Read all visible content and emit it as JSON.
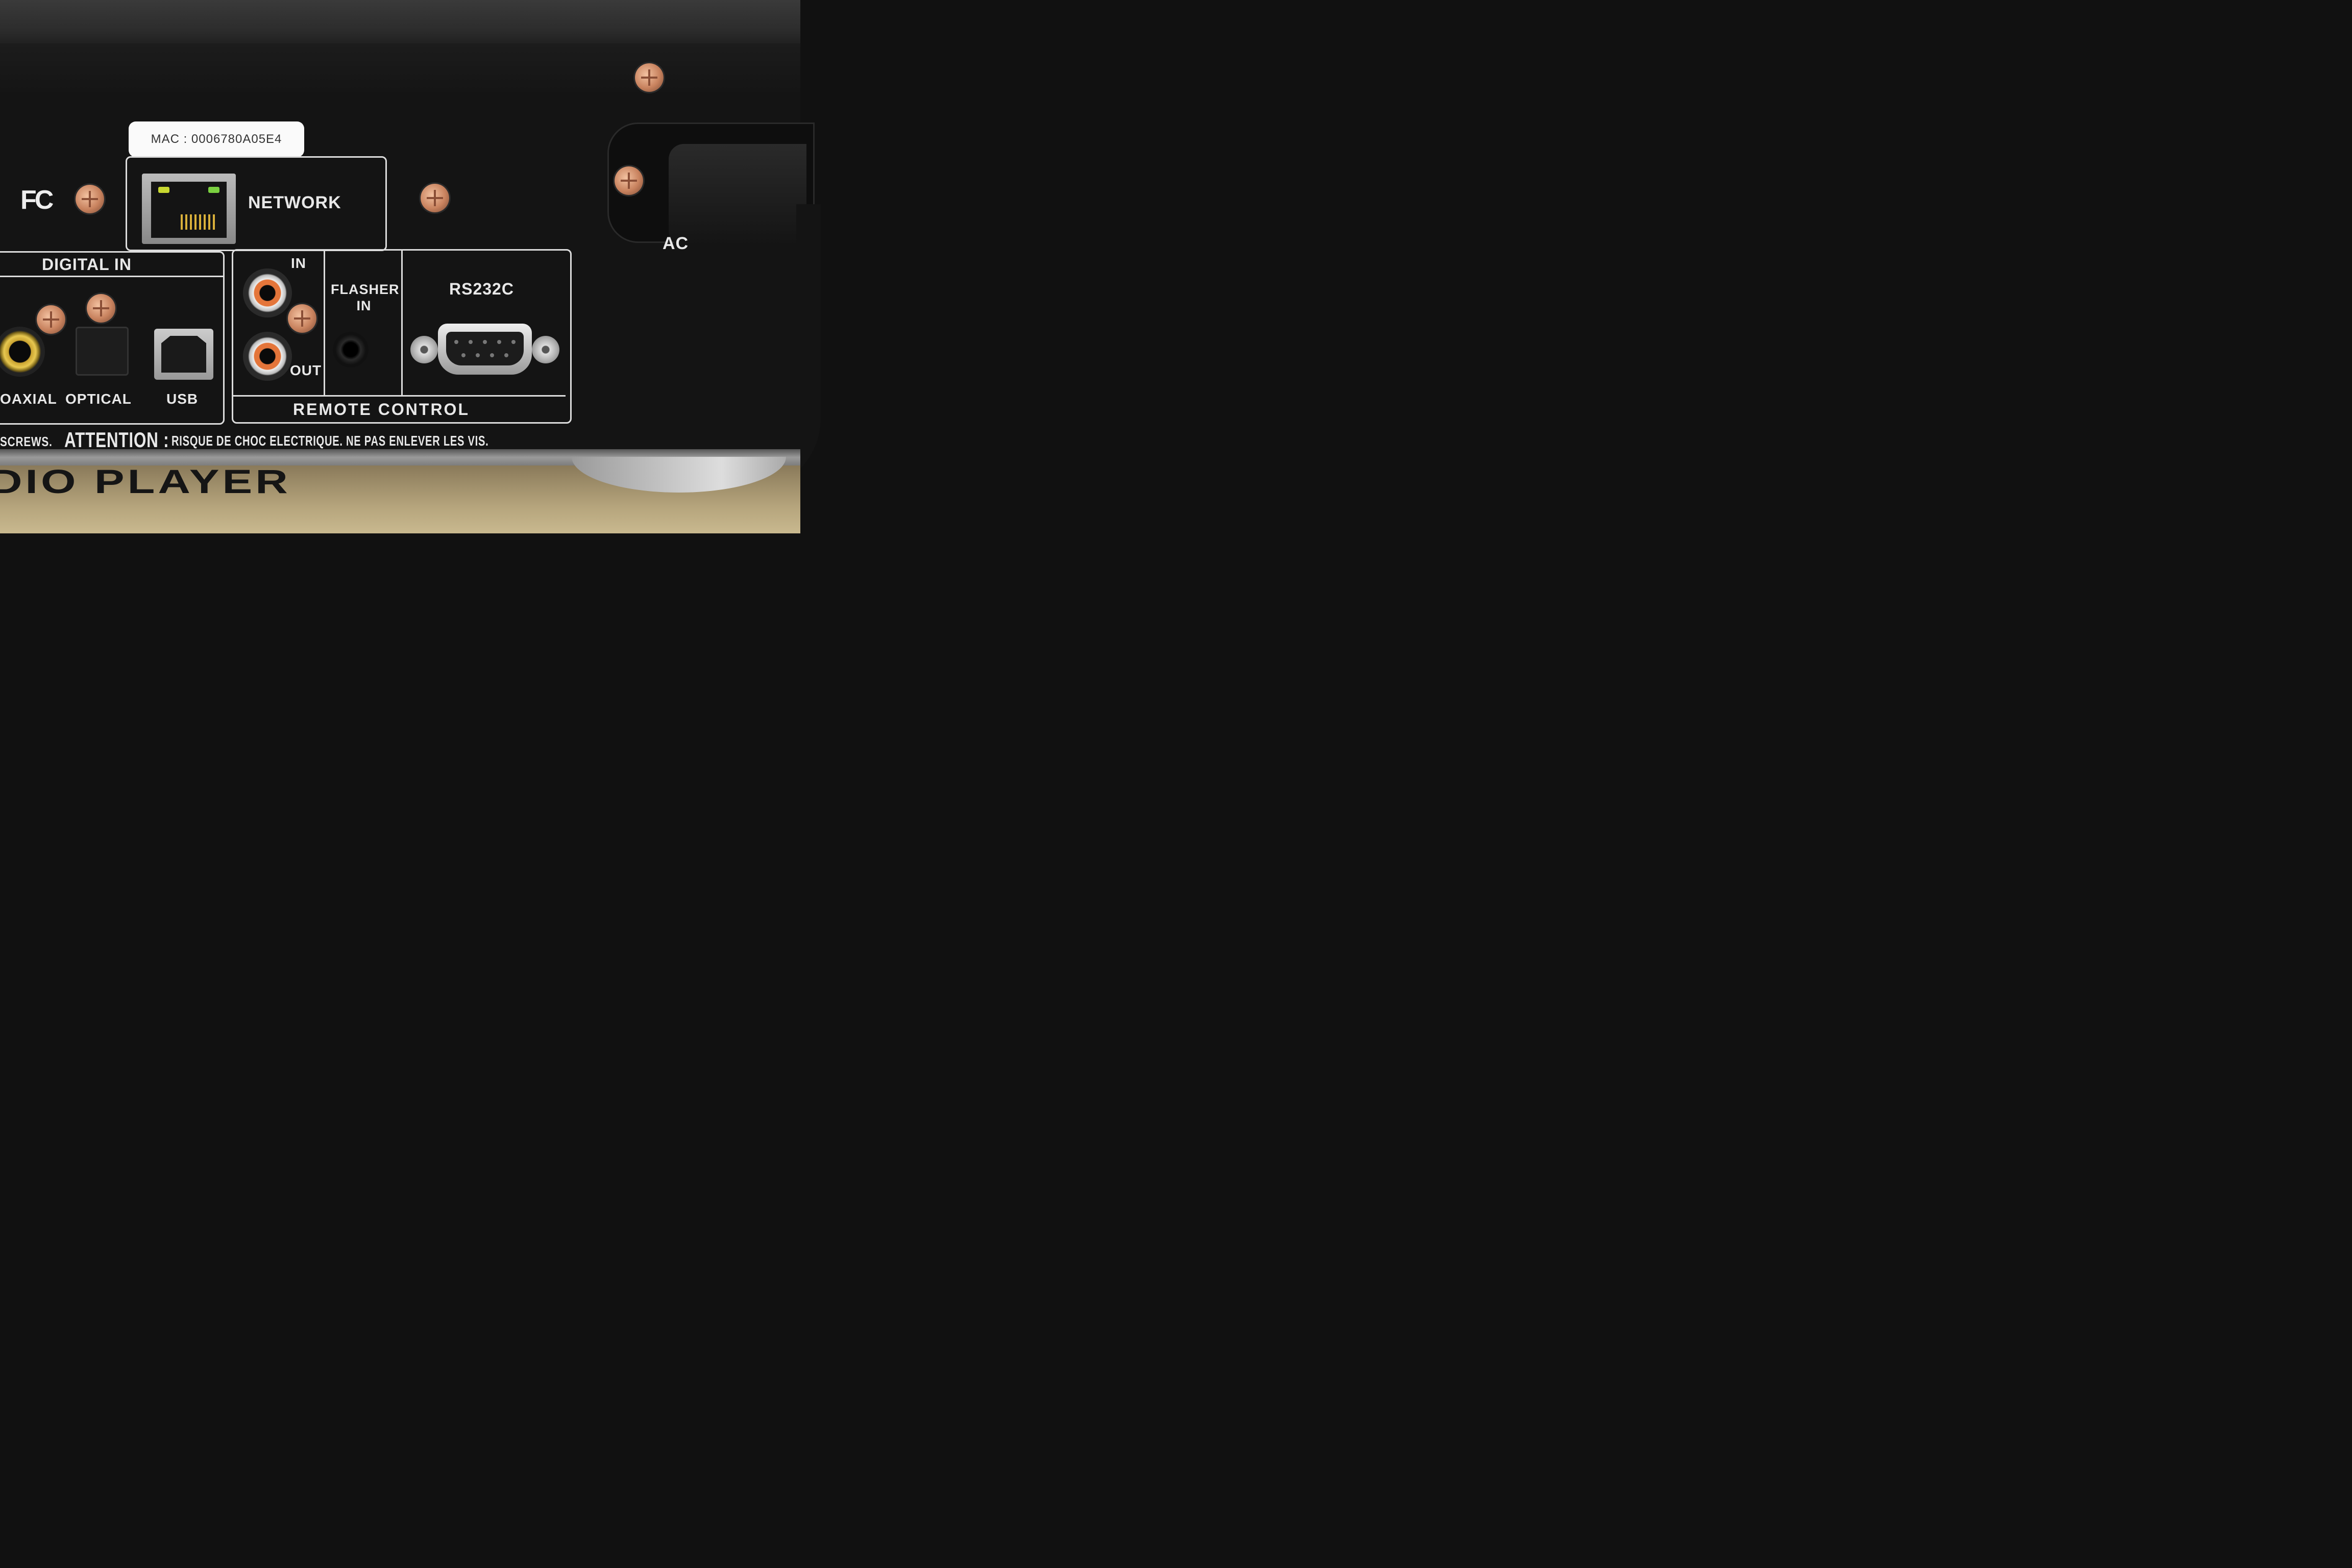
{
  "scene": {
    "description": "Close-up photo of the rear panel of a network audio player",
    "panel_color": "#141414",
    "label_color": "#e8e8e8",
    "connector_accent": "#e4753a"
  },
  "mac_label": {
    "text": "MAC : 0006780A05E4"
  },
  "compliance": {
    "fcc_logo": "FC"
  },
  "network": {
    "label": "NETWORK",
    "port": "ethernet-rj45"
  },
  "digital_in": {
    "title": "DIGITAL IN",
    "ports": [
      {
        "label": "COAXIAL",
        "visible_label": "OAXIAL"
      },
      {
        "label": "OPTICAL"
      },
      {
        "label": "USB"
      }
    ]
  },
  "remote_control": {
    "title": "REMOTE CONTROL",
    "rca_in": "IN",
    "rca_out": "OUT",
    "flasher": {
      "line1": "FLASHER",
      "line2": "IN"
    },
    "serial": "RS232C"
  },
  "power": {
    "label": "AC"
  },
  "warning": {
    "prefix_fragment": "SCREWS.",
    "heading": "ATTENTION :",
    "text": "RISQUE DE CHOC ELECTRIQUE. NE PAS ENLEVER LES VIS."
  },
  "box": {
    "printed_text": "DIO PLAYER"
  }
}
